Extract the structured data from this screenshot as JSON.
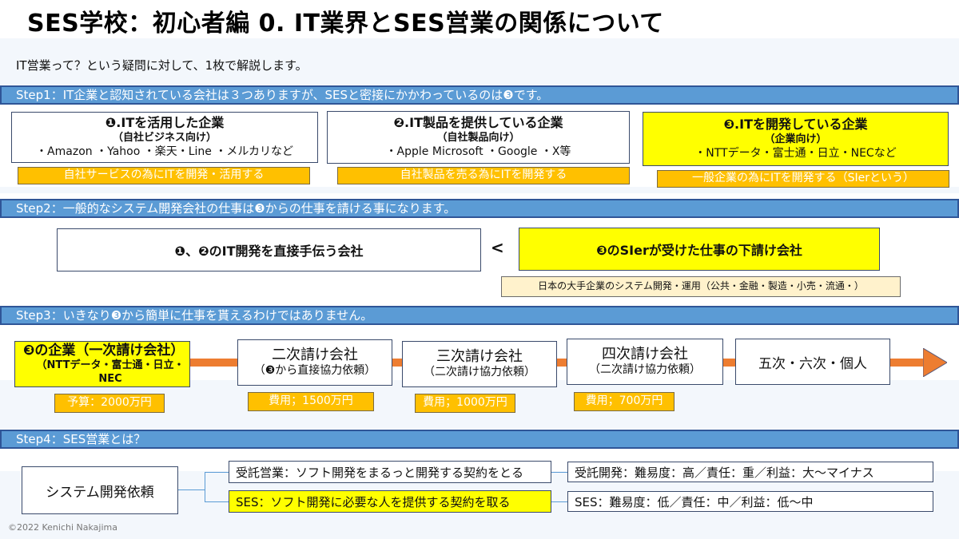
{
  "header": {
    "title": "SES学校：初心者編 0. IT業界とSES営業の関係について",
    "subtitle": "IT営業って？という疑問に対して、1枚で解説します。"
  },
  "step1": {
    "heading": "Step1：IT企業と認知されている会社は３つありますが、SESと密接にかかわっているのは❸です。",
    "companies": [
      {
        "title": "❶.ITを活用した企業",
        "target": "（自社ビジネス向け）",
        "examples": "・Amazon ・Yahoo ・楽天・Line ・メルカリなど",
        "purpose": "自社サービスの為にITを開発・活用する"
      },
      {
        "title": "❷.IT製品を提供している企業",
        "target": "（自社製品向け）",
        "examples": "・Apple Microsoft ・Google ・X等",
        "purpose": "自社製品を売る為にITを開発する"
      },
      {
        "title": "❸.ITを開発している企業",
        "target": "（企業向け）",
        "examples": "・NTTデータ・富士通・日立・NECなど",
        "purpose": "一般企業の為にITを開発する（SIerという）"
      }
    ]
  },
  "step2": {
    "heading": "Step2：一般的なシステム開発会社の仕事は❸からの仕事を請ける事になります。",
    "left_box": "❶、❷のIT開発を直接手伝う会社",
    "comparator": "<",
    "right_box": "❸のSIerが受けた仕事の下請け会社",
    "note": "日本の大手企業のシステム開発・運用（公共・金融・製造・小売・流通・）"
  },
  "step3": {
    "heading": "Step3：いきなり❸から簡単に仕事を貰えるわけではありません。",
    "tiers": [
      {
        "name": "❸の企業（一次請け会社）",
        "detail": "（NTTデータ・富士通・日立・NEC",
        "cost": "予算：2000万円"
      },
      {
        "name": "二次請け会社",
        "detail": "（❸から直接協力依頼）",
        "cost": "費用；1500万円"
      },
      {
        "name": "三次請け会社",
        "detail": "（二次請け協力依頼）",
        "cost": "費用；1000万円"
      },
      {
        "name": "四次請け会社",
        "detail": "（二次請け協力依頼）",
        "cost": "費用；700万円"
      },
      {
        "name": "五次・六次・個人",
        "detail": "",
        "cost": ""
      }
    ]
  },
  "step4": {
    "heading": "Step4：SES営業とは？",
    "root": "システム開発依頼",
    "branches": [
      {
        "label": "受託営業：ソフト開発をまるっと開発する契約をとる",
        "result": "受託開発：難易度：高／責任：重／利益：大～マイナス"
      },
      {
        "label": "SES：ソフト開発に必要な人を提供する契約を取る",
        "result": "SES：難易度：低／責任：中／利益：低～中"
      }
    ]
  },
  "footer": {
    "copyright": "©2022 Kenichi Nakajima"
  },
  "colors": {
    "step_bar": "#5b9bd5",
    "highlight_yellow": "#ffff00",
    "label_orange": "#ffc000",
    "connector_orange": "#ed7d31",
    "note_beige": "#fff2cc"
  }
}
